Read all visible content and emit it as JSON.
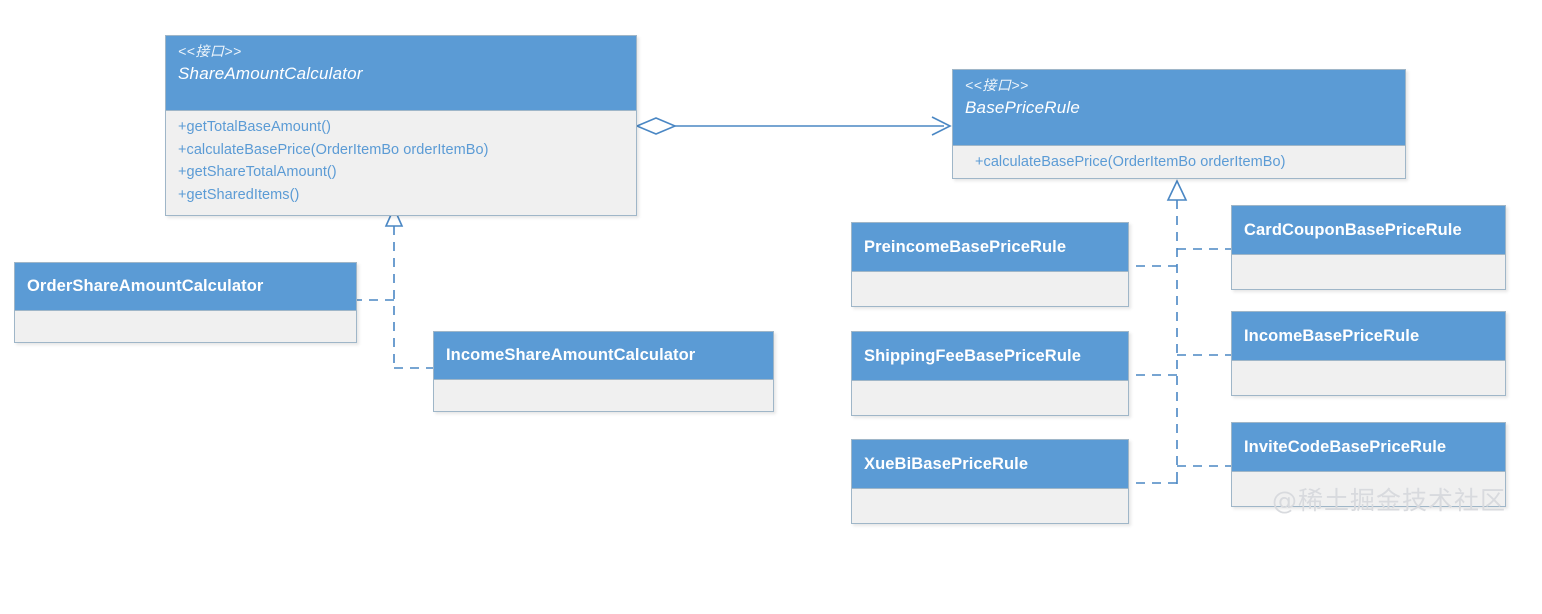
{
  "diagram": {
    "title": "UML Class Diagram - Share Amount Calculator / Base Price Rule",
    "colors": {
      "header_blue": "#5b9bd5",
      "body_gray": "#f0f0f0",
      "border": "#9fb6c8",
      "member_text": "#5b9bd5",
      "connector": "#4a87c4",
      "watermark": "#d8dade"
    },
    "stereotype_label": "<<接口>>",
    "watermark": "@稀土掘金技术社区"
  },
  "nodes": {
    "share_amount_calculator": {
      "kind": "interface",
      "stereotype": "<<接口>>",
      "name": "ShareAmountCalculator",
      "members": [
        "+getTotalBaseAmount()",
        "+calculateBasePrice(OrderItemBo orderItemBo)",
        "+getShareTotalAmount()",
        "+getSharedItems()"
      ]
    },
    "base_price_rule": {
      "kind": "interface",
      "stereotype": "<<接口>>",
      "name": "BasePriceRule",
      "members": [
        "+calculateBasePrice(OrderItemBo orderItemBo)"
      ]
    },
    "order_share_amount_calculator": {
      "kind": "class",
      "name": "OrderShareAmountCalculator",
      "members": []
    },
    "income_share_amount_calculator": {
      "kind": "class",
      "name": "IncomeShareAmountCalculator",
      "members": []
    },
    "preincome_base_price_rule": {
      "kind": "class",
      "name": "PreincomeBasePriceRule",
      "members": []
    },
    "shipping_fee_base_price_rule": {
      "kind": "class",
      "name": "ShippingFeeBasePriceRule",
      "members": []
    },
    "xuebi_base_price_rule": {
      "kind": "class",
      "name": "XueBiBasePriceRule",
      "members": []
    },
    "card_coupon_base_price_rule": {
      "kind": "class",
      "name": "CardCouponBasePriceRule",
      "members": []
    },
    "income_base_price_rule": {
      "kind": "class",
      "name": "IncomeBasePriceRule",
      "members": []
    },
    "invite_code_base_price_rule": {
      "kind": "class",
      "name": "InviteCodeBasePriceRule",
      "members": []
    }
  },
  "relationships": [
    {
      "type": "aggregation",
      "from": "share_amount_calculator",
      "to": "base_price_rule",
      "line": "solid"
    },
    {
      "type": "realization",
      "from": "order_share_amount_calculator",
      "to": "share_amount_calculator",
      "line": "dashed"
    },
    {
      "type": "realization",
      "from": "income_share_amount_calculator",
      "to": "share_amount_calculator",
      "line": "dashed"
    },
    {
      "type": "realization",
      "from": "preincome_base_price_rule",
      "to": "base_price_rule",
      "line": "dashed"
    },
    {
      "type": "realization",
      "from": "shipping_fee_base_price_rule",
      "to": "base_price_rule",
      "line": "dashed"
    },
    {
      "type": "realization",
      "from": "xuebi_base_price_rule",
      "to": "base_price_rule",
      "line": "dashed"
    },
    {
      "type": "realization",
      "from": "card_coupon_base_price_rule",
      "to": "base_price_rule",
      "line": "dashed"
    },
    {
      "type": "realization",
      "from": "income_base_price_rule",
      "to": "base_price_rule",
      "line": "dashed"
    },
    {
      "type": "realization",
      "from": "invite_code_base_price_rule",
      "to": "base_price_rule",
      "line": "dashed"
    }
  ]
}
